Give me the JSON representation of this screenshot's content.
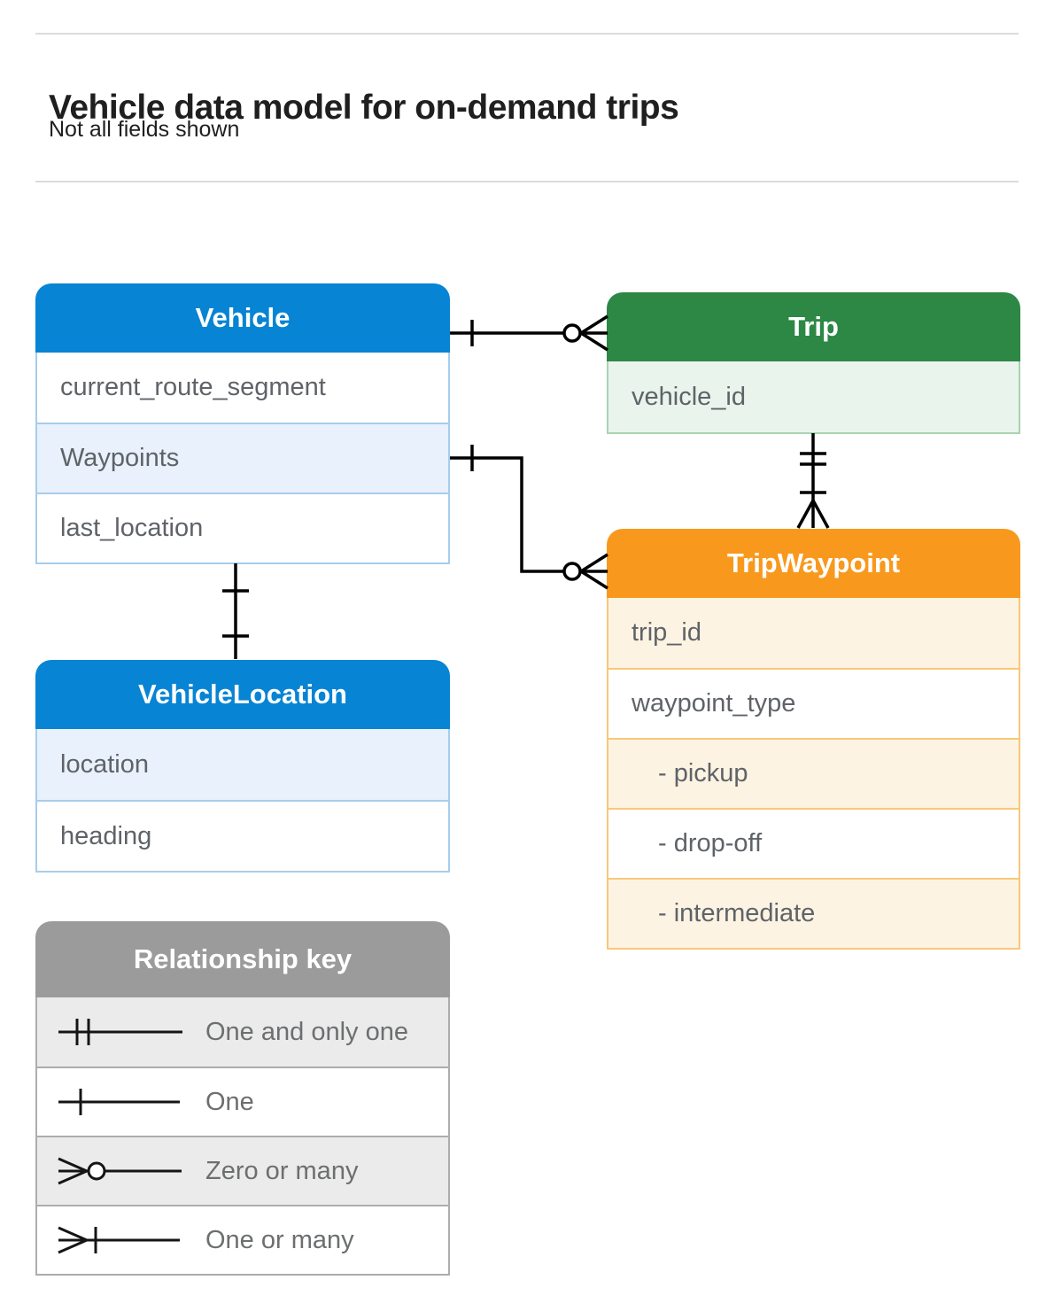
{
  "page": {
    "title": "Vehicle data model for on-demand trips",
    "subtitle": "Not all fields shown"
  },
  "entities": {
    "vehicle": {
      "title": "Vehicle",
      "fields": [
        "current_route_segment",
        "Waypoints",
        "last_location"
      ]
    },
    "trip": {
      "title": "Trip",
      "fields": [
        "vehicle_id"
      ]
    },
    "trip_waypoint": {
      "title": "TripWaypoint",
      "fields": [
        "trip_id",
        "waypoint_type",
        "- pickup",
        "- drop-off",
        "- intermediate"
      ]
    },
    "vehicle_location": {
      "title": "VehicleLocation",
      "fields": [
        "location",
        "heading"
      ]
    }
  },
  "legend": {
    "title": "Relationship key",
    "items": [
      {
        "icon": "one-and-only-one-symbol",
        "label": "One and only one"
      },
      {
        "icon": "one-symbol",
        "label": "One"
      },
      {
        "icon": "zero-or-many-symbol",
        "label": "Zero or many"
      },
      {
        "icon": "one-or-many-symbol",
        "label": "One or many"
      }
    ]
  },
  "relationships": [
    {
      "from": "Vehicle",
      "to": "Trip",
      "from_cardinality": "one",
      "to_cardinality": "zero-or-many"
    },
    {
      "from": "Vehicle.Waypoints",
      "to": "TripWaypoint",
      "from_cardinality": "one",
      "to_cardinality": "zero-or-many"
    },
    {
      "from": "Trip",
      "to": "TripWaypoint",
      "from_cardinality": "one-and-only-one",
      "to_cardinality": "one-or-many"
    },
    {
      "from": "Vehicle",
      "to": "VehicleLocation",
      "from_cardinality": "one",
      "to_cardinality": "one"
    }
  ],
  "colors": {
    "blue": "#0784D3",
    "blue_tint": "#E8F1FC",
    "blue_border": "#A6CDEC",
    "green": "#2D8745",
    "green_tint": "#E9F4EC",
    "green_border": "#A9D3B1",
    "orange": "#F8991D",
    "orange_tint": "#FDF3E3",
    "orange_border": "#F8C878",
    "gray": "#9B9B9B",
    "gray_tint": "#EBEBEB",
    "gray_border": "#ADADAD",
    "row_text": "#5F6368",
    "legend_text": "#6C6E70",
    "title_text": "#1F1F1F",
    "divider": "#DBDBDB",
    "connector": "#000000"
  }
}
